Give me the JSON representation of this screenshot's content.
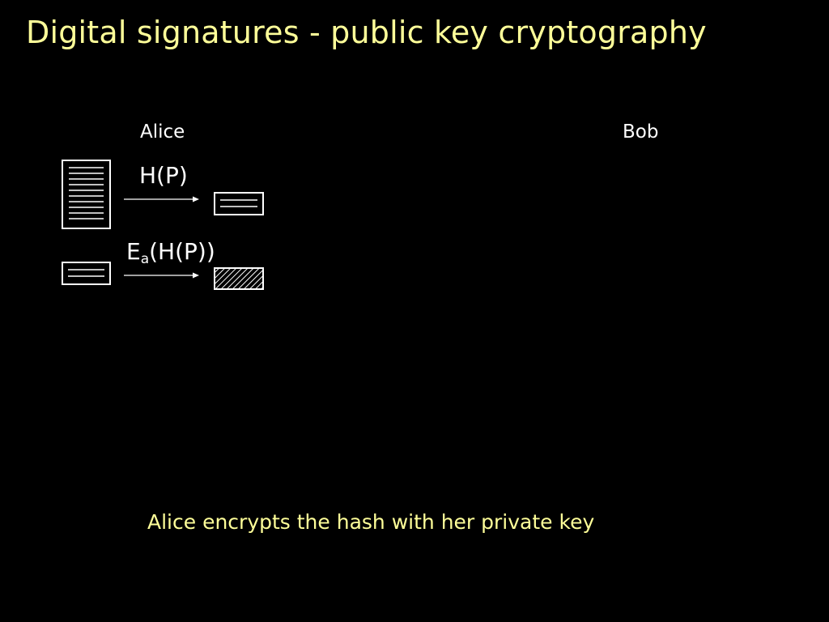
{
  "slide": {
    "title": "Digital signatures - public key cryptography",
    "parties": {
      "alice": "Alice",
      "bob": "Bob"
    },
    "steps": {
      "hash_label": "H(P)",
      "encrypt_label_main": "E",
      "encrypt_label_sub": "a",
      "encrypt_label_rest": "(H(P))"
    },
    "caption": "Alice encrypts the hash with her private key"
  },
  "colors": {
    "background": "#000000",
    "title": "#ffff99",
    "text": "#ffffff",
    "caption": "#ffff99"
  }
}
